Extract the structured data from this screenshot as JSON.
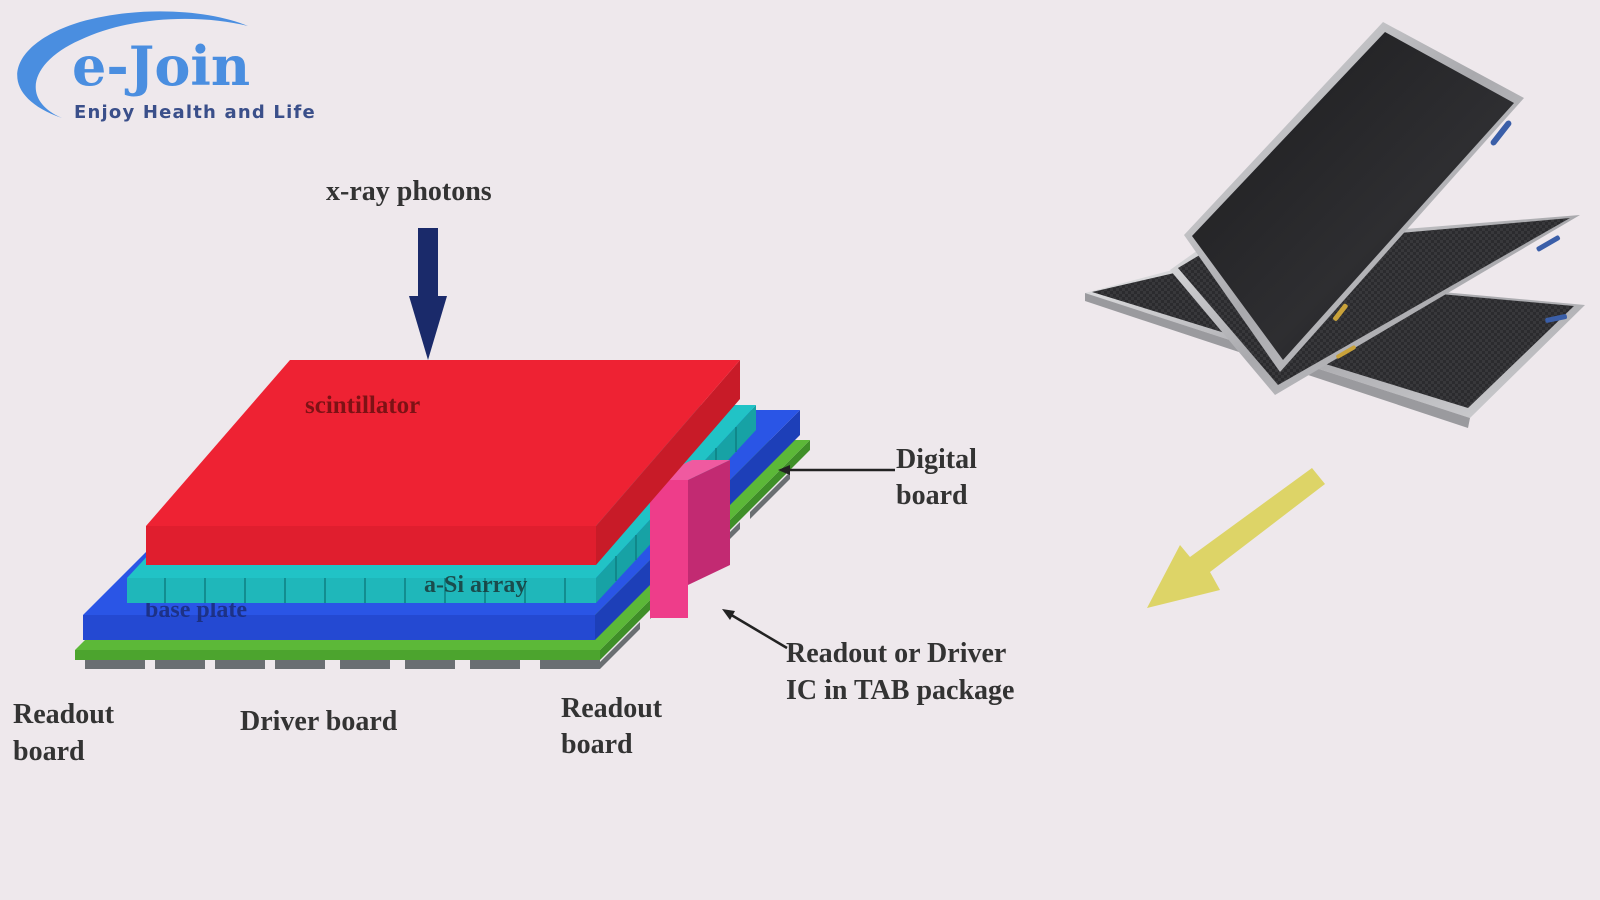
{
  "logo": {
    "word": "e-Join",
    "tagline": "Enjoy Health and Life",
    "color": "#4a8ee0"
  },
  "diagram": {
    "top_label": "x-ray photons",
    "layers": {
      "scintillator": "scintillator",
      "asi_array": "a-Si array",
      "base_plate": "base plate"
    },
    "callouts": {
      "digital_board_line1": "Digital",
      "digital_board_line2": "board",
      "readout_driver_line1": "Readout or Driver",
      "readout_driver_line2": "IC in TAB package",
      "readout_left_line1": "Readout",
      "readout_left_line2": "board",
      "driver_board": "Driver board",
      "readout_right_line1": "Readout",
      "readout_right_line2": "board"
    },
    "colors": {
      "scintillator": "#ee2233",
      "asi_array": "#21c3c6",
      "base_plate": "#2a55e6",
      "board": "#5cb838",
      "tab_ic": "#ee3d8a",
      "arrow": "#1a2a6a",
      "pointer_arrow": "#d9d050"
    }
  },
  "product": {
    "icon": "flat-panel-detector-icon"
  }
}
